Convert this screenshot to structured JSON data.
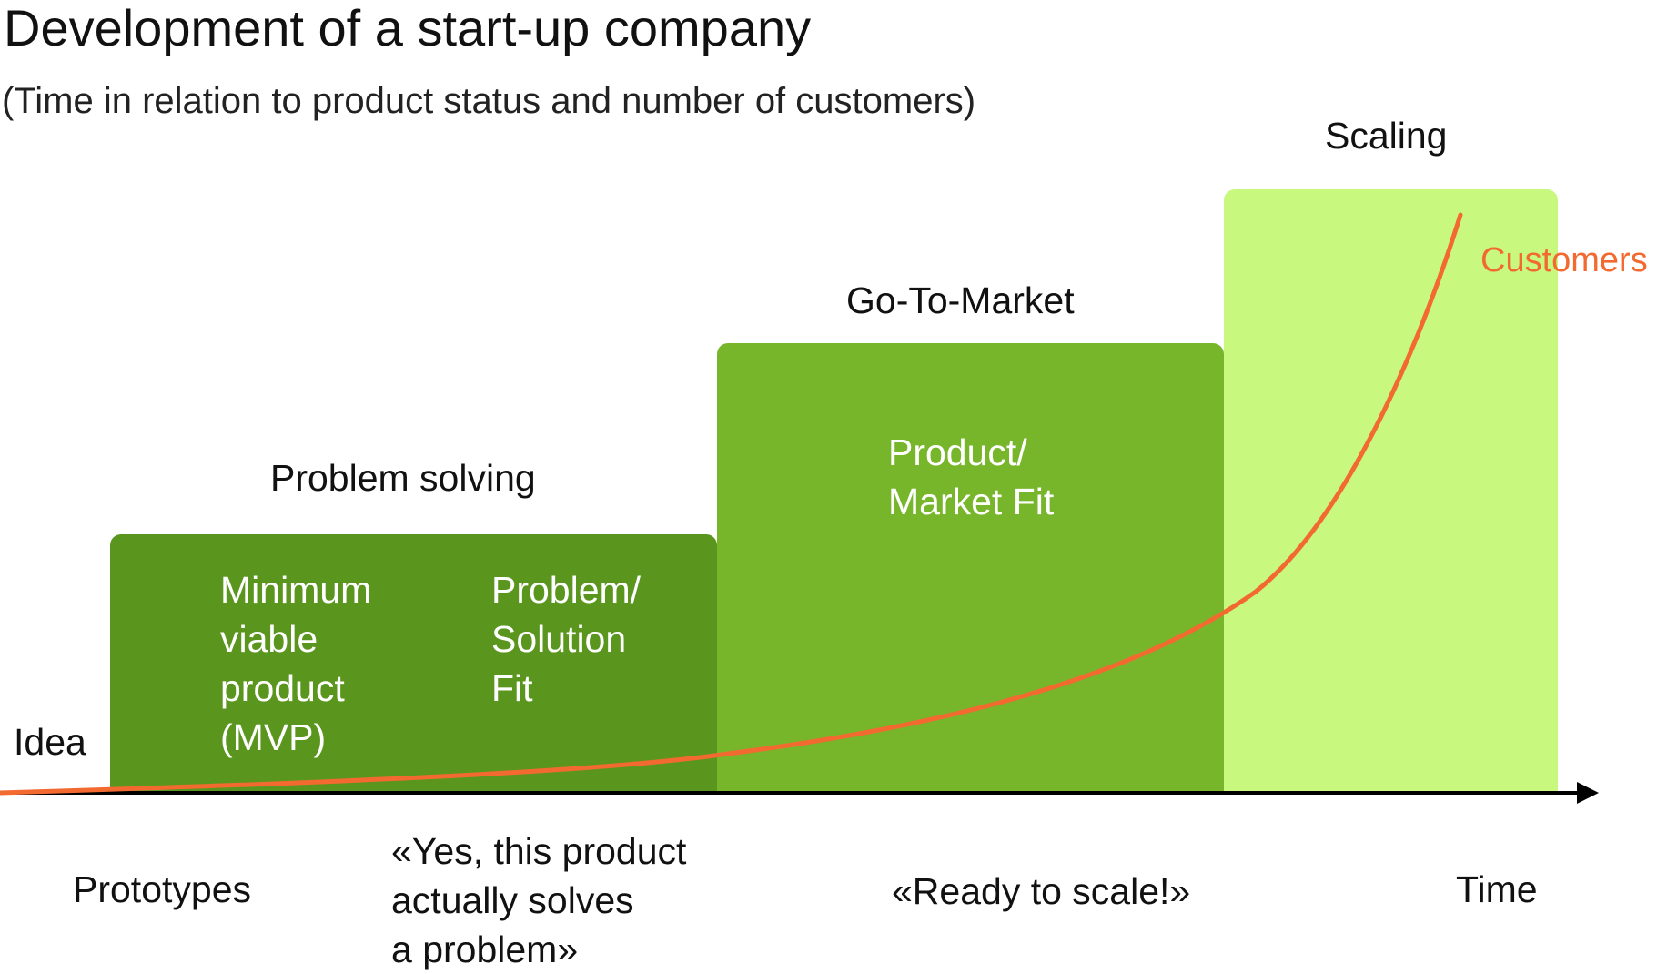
{
  "header": {
    "title": "Development of a start-up company",
    "subtitle": "(Time in relation to product status and number of customers)"
  },
  "phases": {
    "problem_solving": "Problem solving",
    "go_to_market": "Go-To-Market",
    "scaling": "Scaling"
  },
  "blocks": {
    "mvp_lines": [
      "Minimum",
      "viable",
      "product",
      "(MVP)"
    ],
    "problem_solution_fit_lines": [
      "Problem/",
      "Solution",
      "Fit"
    ],
    "product_market_fit_lines": [
      "Product/",
      "Market Fit"
    ]
  },
  "labels": {
    "idea": "Idea",
    "customers": "Customers",
    "time_axis": "Time"
  },
  "milestones": {
    "prototypes": "Prototypes",
    "yes_quote_lines": [
      "«Yes, this product",
      "actually solves",
      "a problem»"
    ],
    "ready_to_scale": "«Ready to scale!»"
  },
  "colors": {
    "block_problem_solving": "#5a961e",
    "block_go_to_market": "#77b62b",
    "block_scaling": "#c8f87e",
    "customers_curve": "#f26a30",
    "axis": "#000000",
    "block_text": "#ffffff"
  }
}
